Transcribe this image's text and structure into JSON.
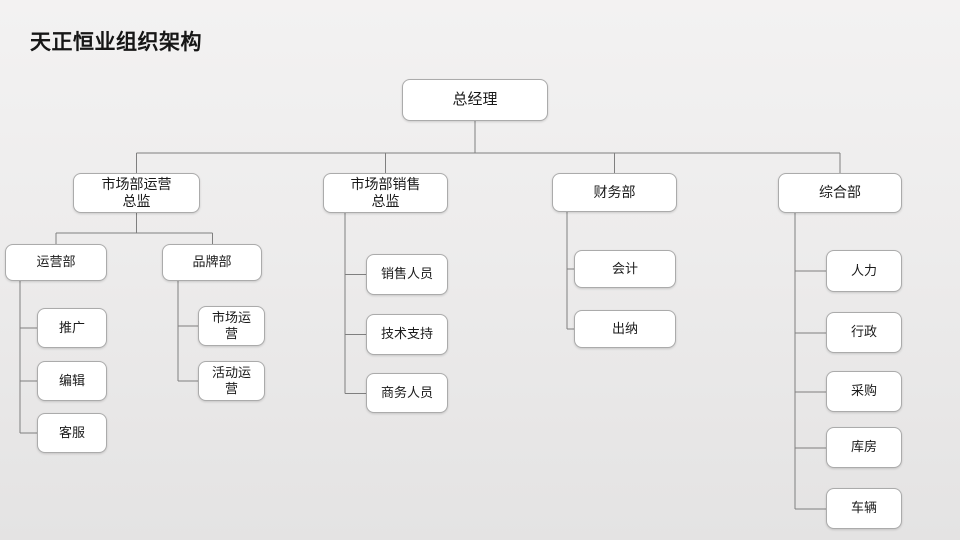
{
  "title": "天正恒业组织架构",
  "colors": {
    "connector_line": "#7f7f7f",
    "node_border": "#ababab",
    "node_fill": "#ffffff",
    "background_top": "#f3f2f2",
    "background_bottom": "#e4e3e3"
  },
  "org": {
    "root": {
      "label": "总经理"
    },
    "branches": [
      {
        "label": "市场部运营\n总监",
        "children": [
          {
            "label": "运营部",
            "children": [
              {
                "label": "推广"
              },
              {
                "label": "编辑"
              },
              {
                "label": "客服"
              }
            ]
          },
          {
            "label": "品牌部",
            "children": [
              {
                "label": "市场运\n营"
              },
              {
                "label": "活动运\n营"
              }
            ]
          }
        ]
      },
      {
        "label": "市场部销售\n总监",
        "children": [
          {
            "label": "销售人员"
          },
          {
            "label": "技术支持"
          },
          {
            "label": "商务人员"
          }
        ]
      },
      {
        "label": "财务部",
        "children": [
          {
            "label": "会计"
          },
          {
            "label": "出纳"
          }
        ]
      },
      {
        "label": "综合部",
        "children": [
          {
            "label": "人力"
          },
          {
            "label": "行政"
          },
          {
            "label": "采购"
          },
          {
            "label": "库房"
          },
          {
            "label": "车辆"
          }
        ]
      }
    ]
  }
}
